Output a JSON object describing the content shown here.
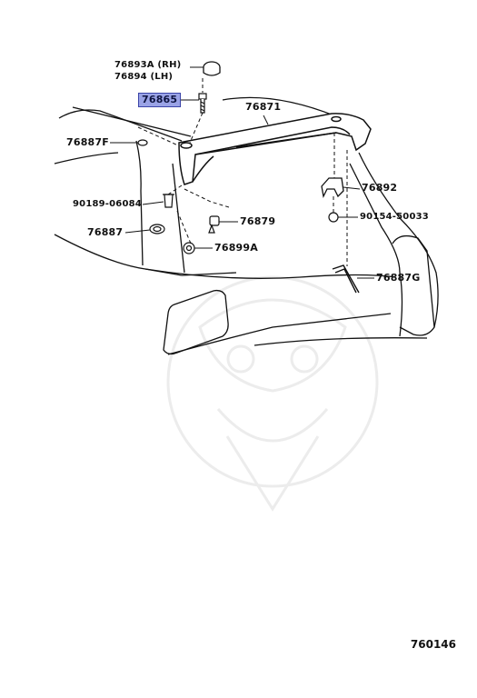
{
  "labels": {
    "p76893a": "76893A (RH)",
    "p76894": "76894  (LH)",
    "p76865": "76865",
    "p76871": "76871",
    "p76887f": "76887F",
    "p90189": "90189-06084",
    "p76887": "76887",
    "p76879": "76879",
    "p76899a": "76899A",
    "p76892": "76892",
    "p90154": "90154-50033",
    "p76887g": "76887G"
  },
  "highlight_color": "#9aa3e6",
  "diagram_number": "760146"
}
